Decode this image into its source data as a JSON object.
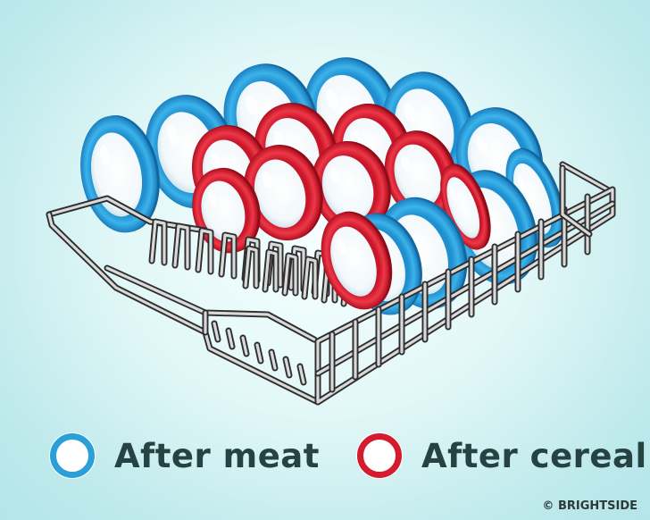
{
  "illustration": {
    "subject": "dish rack",
    "colors": {
      "meat_plate": "#2a9fd8",
      "cereal_plate": "#d41c2e",
      "rack_wire": "#5c5c5c",
      "plate_center": "#ffffff"
    }
  },
  "legend": {
    "meat_label": "After meat",
    "cereal_label": "After cereal"
  },
  "credit": "© BRIGHTSIDE"
}
